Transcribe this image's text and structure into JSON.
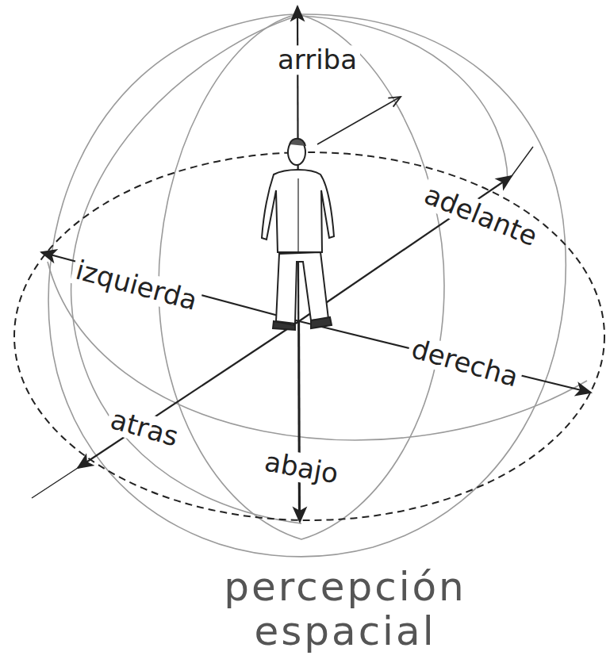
{
  "diagram": {
    "caption": "percepción espacial",
    "labels": [
      "arriba",
      "adelante",
      "izquierda",
      "derecha",
      "atras",
      "abajo"
    ]
  }
}
